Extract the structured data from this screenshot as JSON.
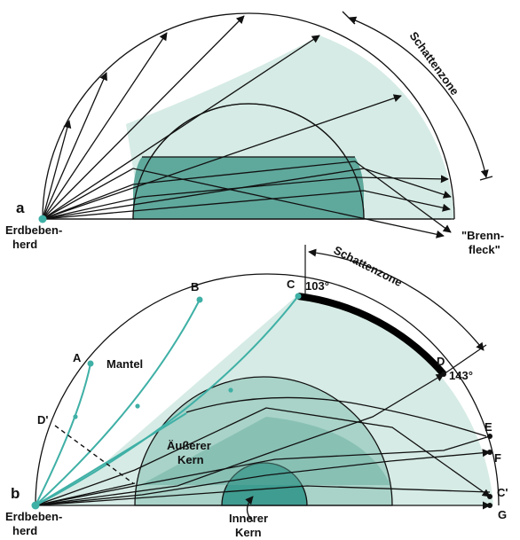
{
  "colors": {
    "shadow_zone_fill": "#d6ebe5",
    "outer_core_fill": "#a9d3c8",
    "core_band_fill": "#5fa89c",
    "inner_core_fill": "#3f9c90",
    "turquoise_ray": "#3fb0a6",
    "black": "#111111"
  },
  "panel_a": {
    "letter": "a",
    "source_label_1": "Erdbeben-",
    "source_label_2": "herd",
    "shadow_label": "Schattenzone",
    "focus_label_1": "\"Brenn-",
    "focus_label_2": "fleck\""
  },
  "panel_b": {
    "letter": "b",
    "source_label_1": "Erdbeben-",
    "source_label_2": "herd",
    "shadow_label": "Schattenzone",
    "mantle_label": "Mantel",
    "outer_core_label_1": "Äußerer",
    "outer_core_label_2": "Kern",
    "inner_core_label_1": "Innerer",
    "inner_core_label_2": "Kern",
    "points": {
      "A": "A",
      "B": "B",
      "C": "C",
      "D": "D",
      "Dp": "D'",
      "E": "E",
      "F": "F",
      "Cp": "C'",
      "G": "G"
    },
    "angle_C": "103°",
    "angle_D": "143°"
  }
}
